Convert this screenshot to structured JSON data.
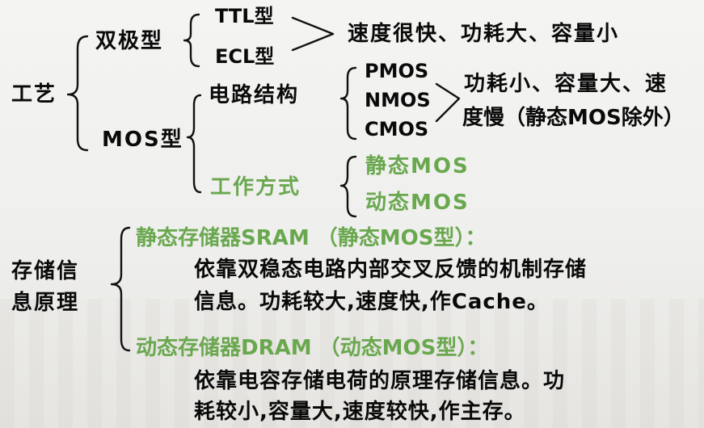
{
  "process": {
    "label": "工艺",
    "bipolar": {
      "label": "双极型",
      "types": [
        "TTL型",
        "ECL型"
      ],
      "note": "速度很快、功耗大、容量小"
    },
    "mos": {
      "label": "MOS型",
      "circuit": {
        "label": "电路结构",
        "types": [
          "PMOS",
          "NMOS",
          "CMOS"
        ],
        "note_line1": "功耗小、容量大、速",
        "note_line2": "度慢（静态MOS除外）"
      },
      "mode": {
        "label": "工作方式",
        "types": [
          "静态MOS",
          "动态MOS"
        ]
      }
    }
  },
  "storage": {
    "label_line1": "存储信",
    "label_line2": "息原理",
    "sram": {
      "title": "静态存储器SRAM （静态MOS型）：",
      "desc_line1": "依靠双稳态电路内部交叉反馈的机制存储",
      "desc_line2": "信息。功耗较大,速度快,作Cache。"
    },
    "dram": {
      "title": "动态存储器DRAM （动态MOS型）：",
      "desc_line1": "依靠电容存储电荷的原理存储信息。功",
      "desc_line2": "耗较小,容量大,速度较快,作主存。"
    }
  },
  "colors": {
    "text": "#0a0a0a",
    "accent": "#6aa84f"
  }
}
